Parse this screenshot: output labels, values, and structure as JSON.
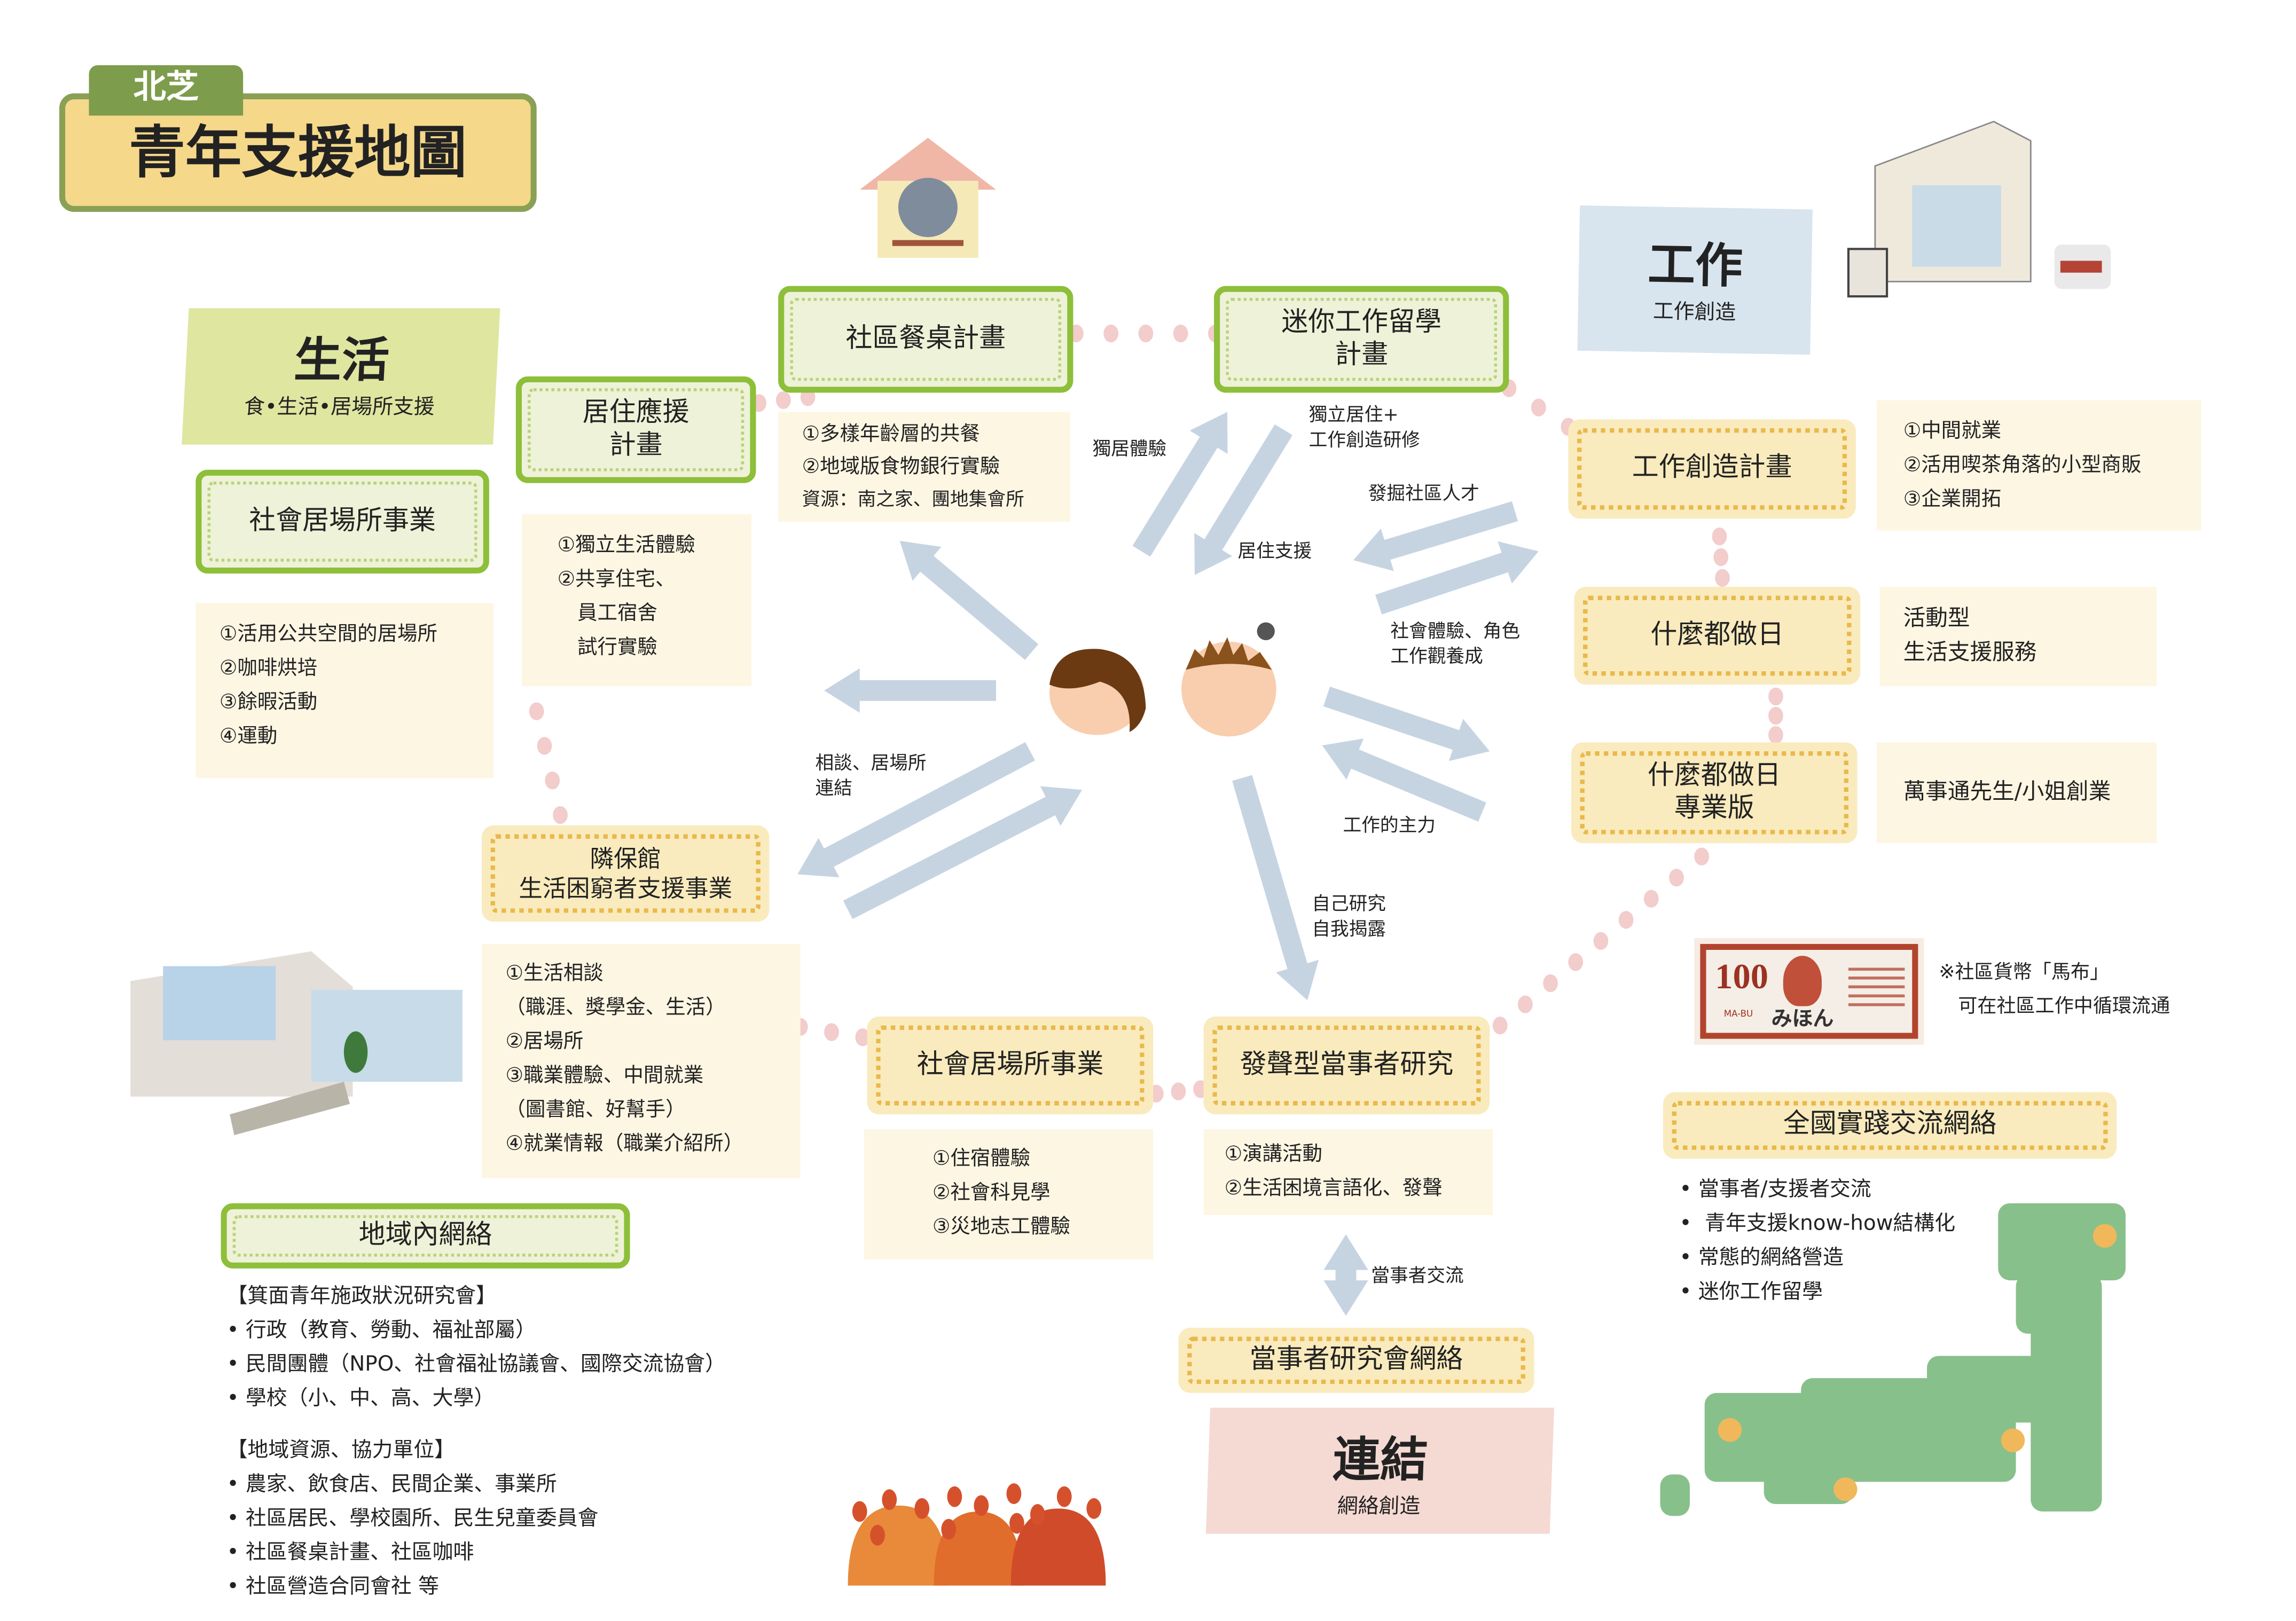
{
  "title": {
    "tag": "北芝",
    "main": "青年支援地圖"
  },
  "colors": {
    "green_border": "#8dbf3a",
    "yellow_fill": "#f9ebbd",
    "dot_orange": "#eab84c",
    "arrow": "#c3d1df",
    "pink_dot": "#f3cccc",
    "map_green": "#88c08b"
  },
  "life_panel": {
    "title": "生活",
    "subtitle": "食•生活•居場所支援"
  },
  "work_panel": {
    "title": "工作",
    "subtitle": "工作創造"
  },
  "link_panel": {
    "title": "連結",
    "subtitle": "網絡創造"
  },
  "boxes": {
    "social_place_1": {
      "label": "社會居場所事業",
      "items": [
        "①活用公共空間的居場所",
        "②咖啡烘培",
        "③餘暇活動",
        "④運動"
      ]
    },
    "housing": {
      "label_l1": "居住應援",
      "label_l2": "計畫",
      "items": [
        "①獨立生活體驗",
        "②共享住宅、",
        "　員工宿舍",
        "　試行實驗"
      ]
    },
    "dining": {
      "label": "社區餐桌計畫",
      "items": [
        "①多樣年齡層的共餐",
        "②地域版食物銀行實驗",
        "資源：南之家、團地集會所"
      ]
    },
    "mini_work": {
      "label_l1": "迷你工作留學",
      "label_l2": "計畫"
    },
    "work_creation": {
      "label": "工作創造計畫",
      "items": [
        "①中間就業",
        "②活用喫茶角落的小型商販",
        "③企業開拓"
      ]
    },
    "anything_day": {
      "label": "什麼都做日",
      "items": [
        "活動型",
        "生活支援服務"
      ]
    },
    "anything_pro": {
      "label_l1": "什麼都做日",
      "label_l2": "專業版",
      "items": [
        "萬事通先生/小姐創業"
      ]
    },
    "rinpokan": {
      "label_l1": "隣保館",
      "label_l2": "生活困窮者支援事業",
      "items": [
        "①生活相談",
        "（職涯、獎學金、生活）",
        "②居場所",
        "③職業體驗、中間就業",
        "（圖書館、好幫手）",
        "④就業情報（職業介紹所）"
      ]
    },
    "social_place_2": {
      "label": "社會居場所事業",
      "items": [
        "①住宿體驗",
        "②社會科見學",
        "③災地志工體驗"
      ]
    },
    "voice_research": {
      "label": "發聲型當事者研究",
      "items": [
        "①演講活動",
        "②生活困境言語化、發聲"
      ]
    },
    "peer_network": {
      "label": "當事者研究會網絡"
    },
    "national_network": {
      "label": "全國實踐交流網絡",
      "items": [
        "當事者/支援者交流",
        "青年支援know-how結構化",
        "常態的網絡營造",
        "迷你工作留學"
      ]
    },
    "local_network": {
      "label": "地域內網絡"
    }
  },
  "arrow_labels": {
    "solo_living": "獨居體驗",
    "independent_l1": "獨立居住+",
    "independent_l2": "工作創造研修",
    "housing_support": "居住支援",
    "talent": "發掘社區人才",
    "social_exp_l1": "社會體驗、角色",
    "social_exp_l2": "工作觀養成",
    "consult_l1": "相談、居場所",
    "consult_l2": "連結",
    "work_main": "工作的主力",
    "self_l1": "自己研究",
    "self_l2": "自我揭露",
    "peer_exchange": "當事者交流"
  },
  "currency": {
    "note_l1": "※社區貨幣「馬布」",
    "note_l2": "可在社區工作中循環流通",
    "bill_value": "100",
    "bill_name": "MA-BU",
    "bill_stamp": "みほん"
  },
  "local_text": {
    "heading1": "【箕面青年施政狀況研究會】",
    "list1": [
      "行政（教育、勞動、福祉部屬）",
      "民間團體（NPO、社會福祉協議會、國際交流協會）",
      "學校（小、中、高、大學）"
    ],
    "heading2": "【地域資源、協力單位】",
    "list2": [
      "農家、飲食店、民間企業、事業所",
      "社區居民、學校園所、民生兒童委員會",
      "社區餐桌計畫、社區咖啡",
      "社區營造合同會社 等"
    ]
  }
}
